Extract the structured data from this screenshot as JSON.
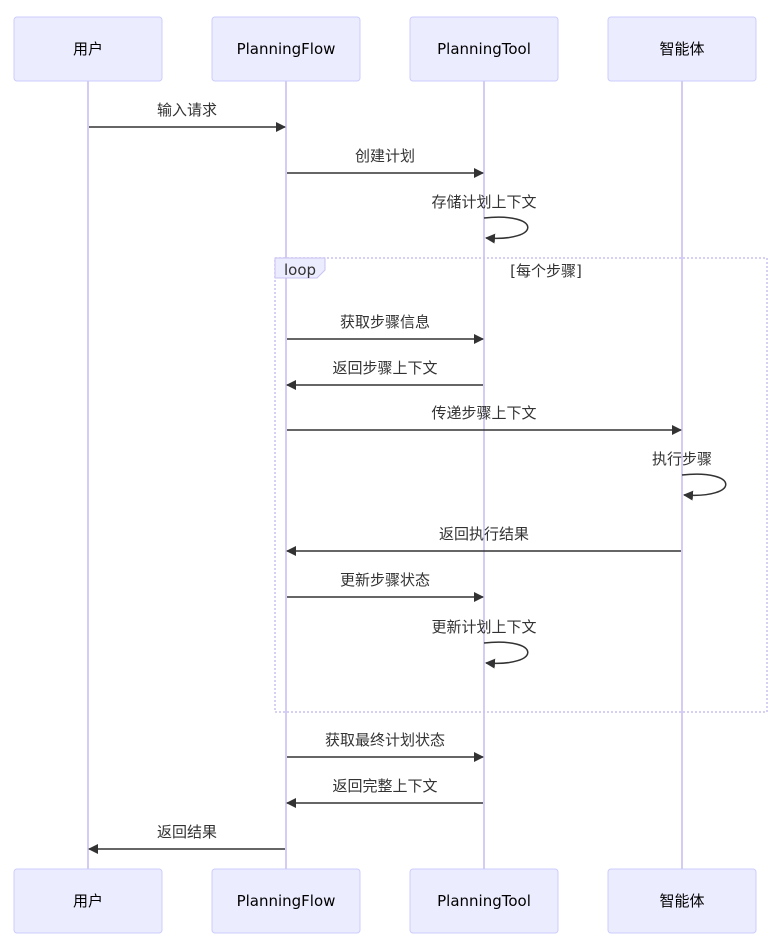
{
  "actors": [
    {
      "id": "user",
      "label": "用户"
    },
    {
      "id": "flow",
      "label": "PlanningFlow"
    },
    {
      "id": "tool",
      "label": "PlanningTool"
    },
    {
      "id": "agent",
      "label": "智能体"
    }
  ],
  "loop": {
    "label": "loop",
    "condition": "[每个步骤]"
  },
  "messages": [
    {
      "from": "user",
      "to": "flow",
      "label": "输入请求"
    },
    {
      "from": "flow",
      "to": "tool",
      "label": "创建计划"
    },
    {
      "from": "tool",
      "to": "tool",
      "label": "存储计划上下文"
    },
    {
      "from": "flow",
      "to": "tool",
      "label": "获取步骤信息"
    },
    {
      "from": "tool",
      "to": "flow",
      "label": "返回步骤上下文"
    },
    {
      "from": "flow",
      "to": "agent",
      "label": "传递步骤上下文"
    },
    {
      "from": "agent",
      "to": "agent",
      "label": "执行步骤"
    },
    {
      "from": "agent",
      "to": "flow",
      "label": "返回执行结果"
    },
    {
      "from": "flow",
      "to": "tool",
      "label": "更新步骤状态"
    },
    {
      "from": "tool",
      "to": "tool",
      "label": "更新计划上下文"
    },
    {
      "from": "flow",
      "to": "tool",
      "label": "获取最终计划状态"
    },
    {
      "from": "tool",
      "to": "flow",
      "label": "返回完整上下文"
    },
    {
      "from": "flow",
      "to": "user",
      "label": "返回结果"
    }
  ],
  "colors": {
    "actor_fill": "#ECECFF",
    "actor_border": "#CCCCFF",
    "lifeline": "#D4CCF5",
    "arrow": "#333333"
  }
}
